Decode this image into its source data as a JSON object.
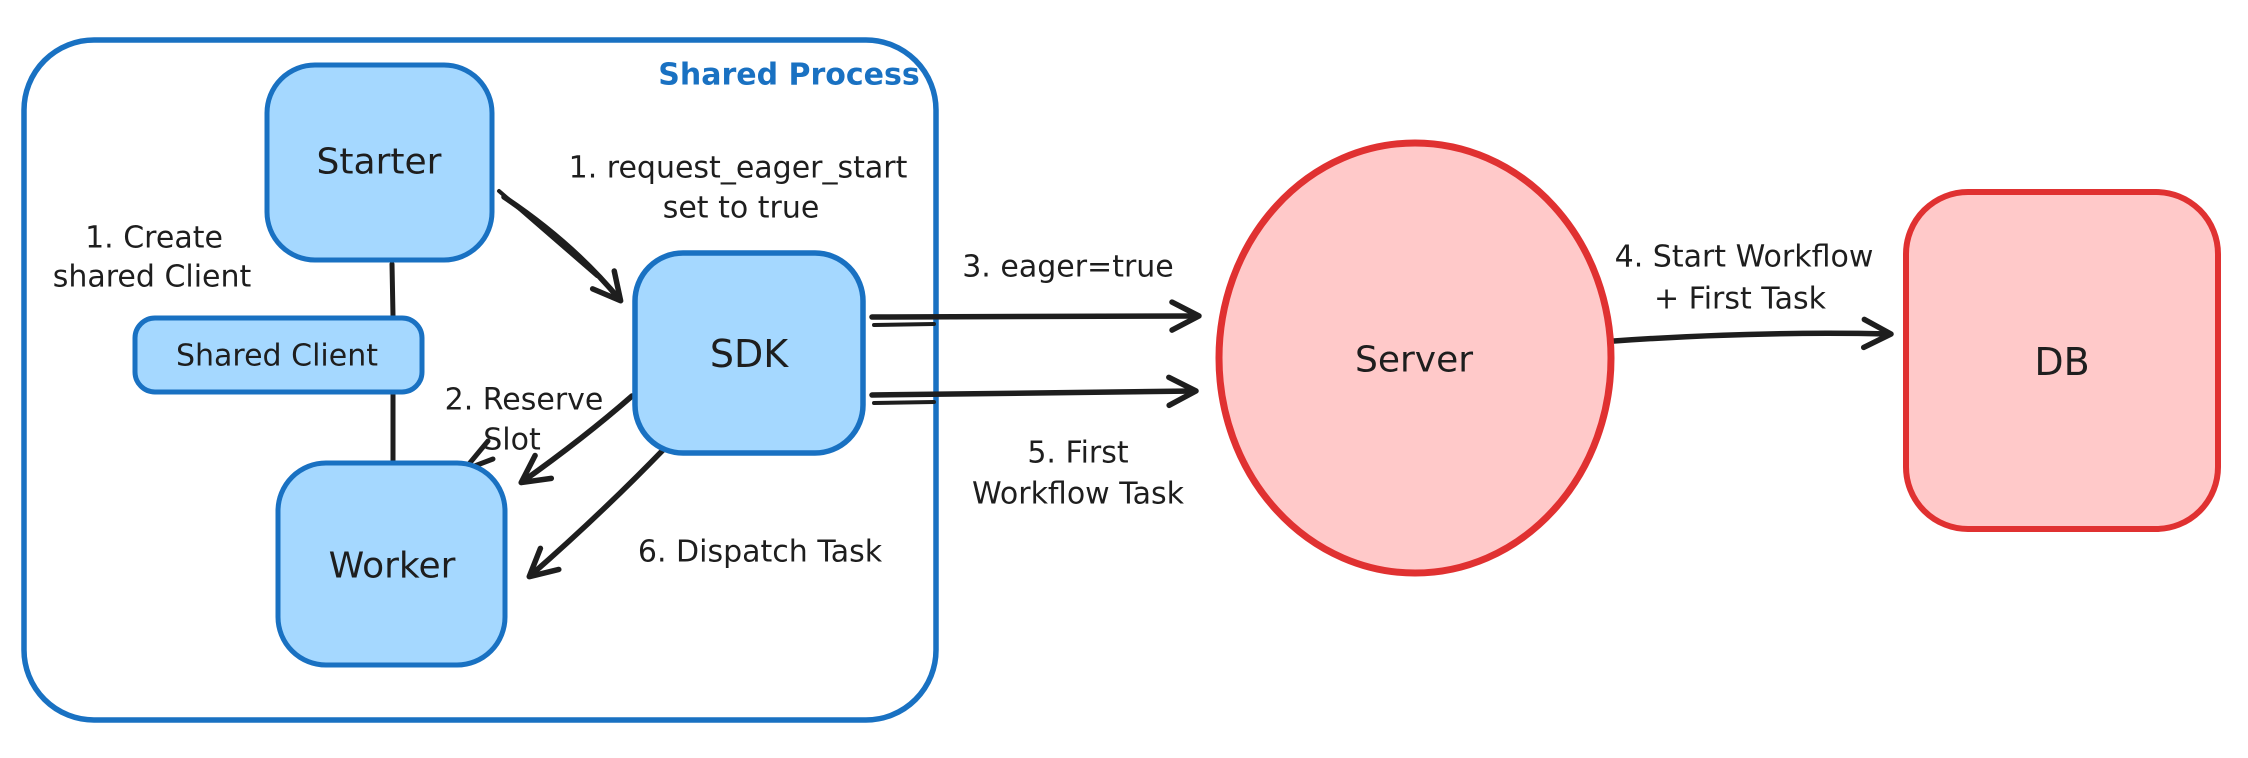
{
  "diagram": {
    "container_label": "Shared Process",
    "nodes": {
      "starter": {
        "label": "Starter"
      },
      "shared_client": {
        "label": "Shared Client"
      },
      "worker": {
        "label": "Worker"
      },
      "sdk": {
        "label": "SDK"
      },
      "server": {
        "label": "Server"
      },
      "db": {
        "label": "DB"
      }
    },
    "annotations": {
      "create_client": {
        "line1": "1. Create",
        "line2": "shared Client"
      },
      "request_eager": {
        "line1": "1. request_eager_start",
        "line2": "set to true"
      },
      "reserve_slot": {
        "line1": "2. Reserve",
        "line2": "Slot"
      },
      "eager_true": {
        "line1": "3. eager=true"
      },
      "start_workflow": {
        "line1": "4. Start Workflow",
        "line2": "+ First Task"
      },
      "first_wft": {
        "line1": "5. First",
        "line2": "Workflow Task"
      },
      "dispatch_task": {
        "line1": "6. Dispatch Task"
      }
    },
    "colors": {
      "blue_stroke": "#1971c2",
      "blue_fill": "#a5d8ff",
      "red_stroke": "#e03131",
      "red_fill": "#ffc9c9",
      "ink": "#1e1e1e",
      "background": "#ffffff"
    }
  }
}
